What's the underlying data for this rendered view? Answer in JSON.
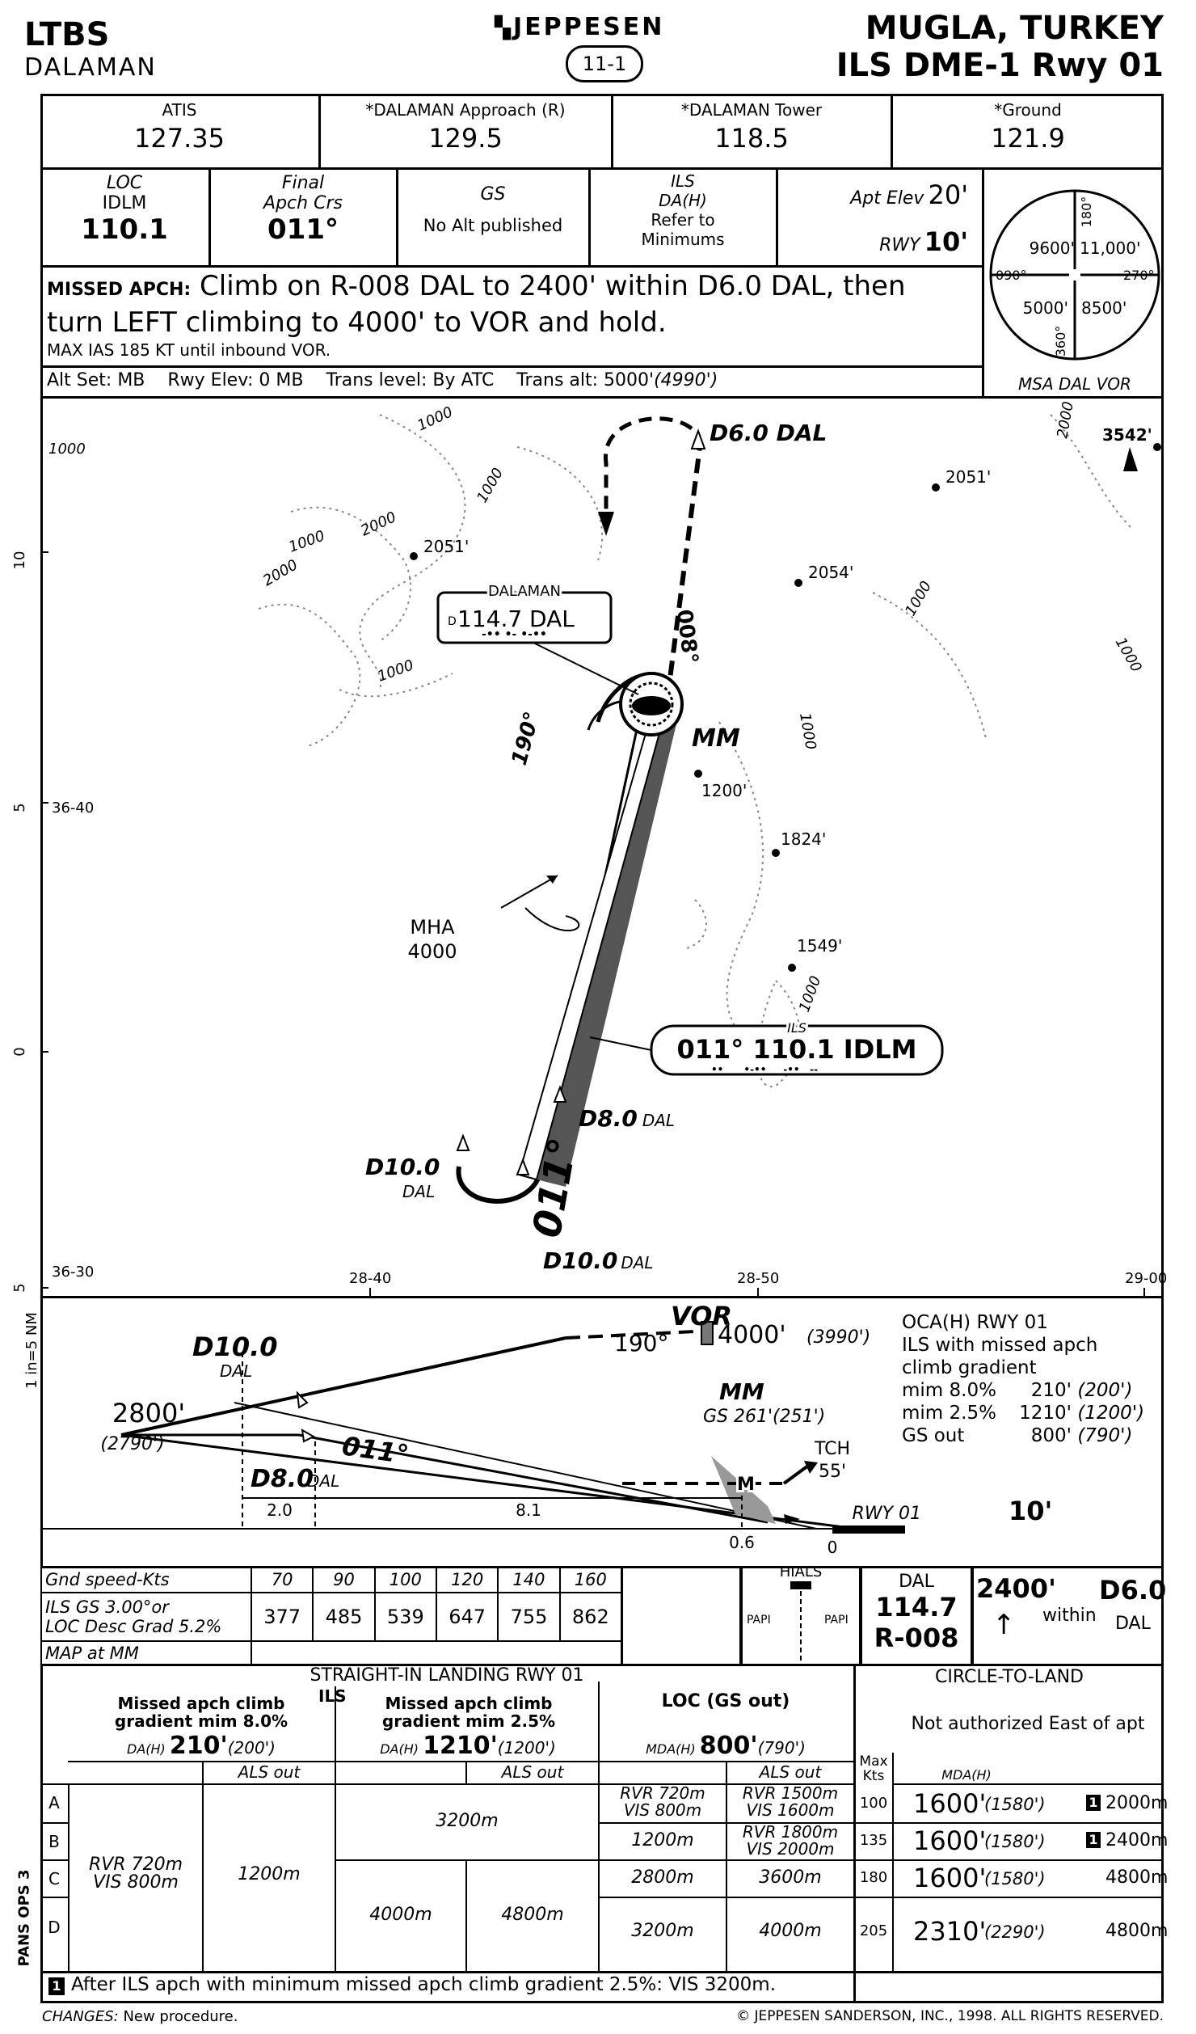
{
  "header": {
    "icao": "LTBS",
    "city": "DALAMAN",
    "brand": "JEPPESEN",
    "page": "11-1",
    "location": "MUGLA, TURKEY",
    "procedure": "ILS DME-1 Rwy 01"
  },
  "comms": [
    {
      "label": "ATIS",
      "freq": "127.35"
    },
    {
      "label": "*DALAMAN Approach (R)",
      "freq": "129.5"
    },
    {
      "label": "*DALAMAN Tower",
      "freq": "118.5"
    },
    {
      "label": "*Ground",
      "freq": "121.9"
    }
  ],
  "briefing": {
    "loc_label": "LOC",
    "loc_ident": "IDLM",
    "loc_freq": "110.1",
    "crs_label1": "Final",
    "crs_label2": "Apch Crs",
    "crs_value": "011°",
    "gs_label": "GS",
    "gs_value": "No Alt published",
    "da_label1": "ILS",
    "da_label2": "DA(H)",
    "da_value1": "Refer to",
    "da_value2": "Minimums",
    "apt_elev_label": "Apt Elev",
    "apt_elev": "20'",
    "rwy_label": "RWY",
    "rwy_elev": "10'"
  },
  "missed": {
    "label": "MISSED APCH:",
    "line1": "Climb on R-008 DAL to 2400' within D6.0 DAL, then",
    "line2": "turn LEFT climbing to 4000' to VOR and hold.",
    "note": "MAX IAS 185 KT until inbound VOR."
  },
  "altset": {
    "alt_set": "Alt Set: MB",
    "rwy_elev": "Rwy Elev: 0 MB",
    "trans_level": "Trans level: By ATC",
    "trans_alt": "Trans alt: 5000'",
    "trans_alt_paren": "(4990')"
  },
  "msa": {
    "label": "MSA DAL VOR",
    "nw": "9600'",
    "ne": "11,000'",
    "sw": "5000'",
    "se": "8500'",
    "b180": "180°",
    "b360": "360°",
    "b090": "090°",
    "b270": "270°"
  },
  "plan": {
    "navaid_title": "DALAMAN",
    "navaid_prefix": "D",
    "navaid_freq": "114.7 DAL",
    "ils_title": "ILS",
    "ils_box": "011° 110.1 IDLM",
    "d6": "D6.0 DAL",
    "mm": "MM",
    "mha_1": "MHA",
    "mha_2": "4000",
    "crs_008": "008°",
    "crs_190": "190°",
    "crs_011": "011°",
    "d8_main": "D8.0",
    "d8_sub": "DAL",
    "d10_main": "D10.0",
    "d10_sub": "DAL",
    "d10b_main": "D10.0",
    "d10b_sub": "DAL",
    "spots": [
      "2051'",
      "2054'",
      "2051'",
      "3542'",
      "1200'",
      "1824'",
      "1549'"
    ],
    "contours": [
      "1000",
      "2000",
      "1000",
      "1000",
      "2000",
      "1000",
      "1000",
      "1000",
      "1000",
      "1000",
      "1000",
      "2000"
    ],
    "lat_36_40": "36-40",
    "lat_36_30": "36-30",
    "lon_28_40": "28-40",
    "lon_28_50": "28-50",
    "lon_29_00": "29-00",
    "scale_ticks": [
      "10",
      "5",
      "0",
      "5"
    ],
    "scale_label": "1 in=5 NM"
  },
  "profile": {
    "vor": "VOR",
    "vor_alt": "4000'",
    "vor_alt_paren": "(3990')",
    "crs_190": "190°",
    "d10_main": "D10.0",
    "d10_sub": "DAL",
    "alt_2800": "2800'",
    "alt_2800_paren": "(2790')",
    "crs_011": "011°",
    "d8_main": "D8.0",
    "d8_sub": "DAL",
    "mm": "MM",
    "gs_mm": "GS 261'",
    "gs_mm_paren": "(251')",
    "m": "M",
    "tch_label": "TCH",
    "tch_value": "55'",
    "rwy_label": "RWY 01",
    "rwy_elev": "10'",
    "dist_2_0": "2.0",
    "dist_8_1": "8.1",
    "dist_0_6": "0.6",
    "dist_0": "0",
    "oca": [
      "OCA(H) RWY 01",
      "ILS with missed apch",
      "climb gradient"
    ],
    "oca_rows": [
      {
        "label": "mim 8.0%",
        "value": "210'",
        "paren": "(200')"
      },
      {
        "label": "mim 2.5%",
        "value": "1210'",
        "paren": "(1200')"
      },
      {
        "label": "GS out",
        "value": "800'",
        "paren": "(790')"
      }
    ]
  },
  "speed_table": {
    "gnd_label": "Gnd speed-Kts",
    "speeds": [
      "70",
      "90",
      "100",
      "120",
      "140",
      "160"
    ],
    "rate_label1": "ILS GS 3.00°or",
    "rate_label2": "LOC Desc Grad 5.2%",
    "rates": [
      "377",
      "485",
      "539",
      "647",
      "755",
      "862"
    ],
    "map_label": "MAP at MM"
  },
  "lights": {
    "hials": "HIALS",
    "papi_l": "PAPI",
    "papi_r": "PAPI"
  },
  "missed_box": {
    "dal": "DAL",
    "freq": "114.7",
    "radial": "R-008",
    "alt": "2400'",
    "within": "within",
    "fix": "D6.0",
    "fix_sub": "DAL"
  },
  "minimums": {
    "straight_title": "STRAIGHT-IN LANDING RWY 01",
    "ils": "ILS",
    "col1_title1": "Missed apch climb",
    "col1_title2": "gradient mim 8.0%",
    "col1_da_label": "DA(H)",
    "col1_da": "210'",
    "col1_da_paren": "(200')",
    "col2_title1": "Missed apch climb",
    "col2_title2": "gradient mim 2.5%",
    "col2_da_label": "DA(H)",
    "col2_da": "1210'",
    "col2_da_paren": "(1200')",
    "als_out": "ALS out",
    "loc_title": "LOC (GS out)",
    "loc_mda_label": "MDA(H)",
    "loc_mda": "800'",
    "loc_mda_paren": "(790')",
    "categories": [
      "A",
      "B",
      "C",
      "D"
    ],
    "ils1_full": [
      "RVR 720m",
      "VIS 800m"
    ],
    "ils1_als": "1200m",
    "ils2_ab": "3200m",
    "ils2_cd_full": "4000m",
    "ils2_cd_als": "4800m",
    "loc_full": [
      [
        "RVR 720m",
        "VIS 800m"
      ],
      [
        "1200m"
      ],
      [
        "2800m"
      ],
      [
        "3200m"
      ]
    ],
    "loc_als": [
      [
        "RVR 1500m",
        "VIS 1600m"
      ],
      [
        "RVR 1800m",
        "VIS 2000m"
      ],
      [
        "3600m"
      ],
      [
        "4000m"
      ]
    ],
    "circle_title": "CIRCLE-TO-LAND",
    "circle_note": "Not authorized East of apt",
    "max_kts1": "Max",
    "max_kts2": "Kts",
    "mdah_label": "MDA(H)",
    "circle_rows": [
      {
        "kts": "100",
        "mda": "1600'",
        "paren": "(1580')",
        "note": "1",
        "vis": "2000m"
      },
      {
        "kts": "135",
        "mda": "1600'",
        "paren": "(1580')",
        "note": "1",
        "vis": "2400m"
      },
      {
        "kts": "180",
        "mda": "1600'",
        "paren": "(1580')",
        "note": "",
        "vis": "4800m"
      },
      {
        "kts": "205",
        "mda": "2310'",
        "paren": "(2290')",
        "note": "",
        "vis": "4800m"
      }
    ],
    "pans_ops": "PANS OPS 3",
    "footnote_mark": "1",
    "footnote": "After ILS apch with minimum missed apch climb gradient 2.5%: VIS 3200m."
  },
  "footer": {
    "changes_label": "CHANGES:",
    "changes": "New procedure.",
    "copyright": "© JEPPESEN SANDERSON, INC., 1998. ALL RIGHTS RESERVED."
  }
}
